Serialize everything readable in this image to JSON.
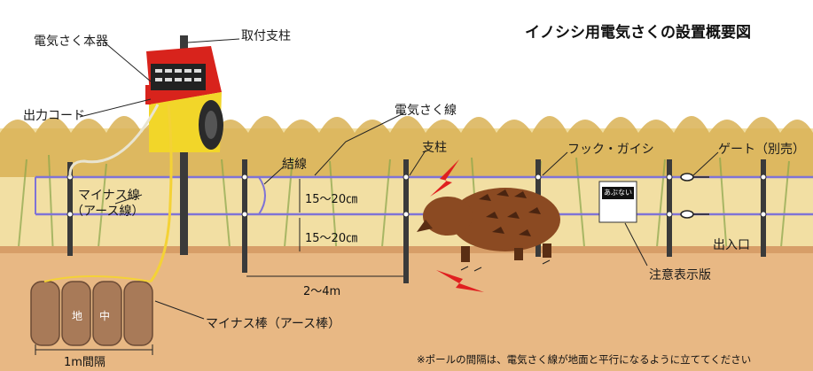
{
  "title": "イノシシ用電気さくの設置概要図",
  "labels": {
    "energizer": "電気さく本器",
    "mount_post": "取付支柱",
    "output_cord": "出力コード",
    "fence_wire": "電気さく線",
    "tie_wire": "結線",
    "post": "支柱",
    "hook_insulator": "フック・ガイシ",
    "gate": "ゲート（別売）",
    "minus_wire_line1": "マイナス線",
    "minus_wire_line2": "（アース線）",
    "entrance": "出入口",
    "warning_sign": "注意表示版",
    "ground_rod": "マイナス棒（アース棒）",
    "ground_chi": "地",
    "ground_naka": "中"
  },
  "dimensions": {
    "upper_height": "15～20㎝",
    "lower_height": "15～20㎝",
    "post_spacing": "2～4m",
    "rod_spacing": "1m間隔"
  },
  "sign_text": "あぶない",
  "footnote": "※ポールの間隔は、電気さく線が地面と平行になるように立ててください",
  "colors": {
    "sky": "#ffffff",
    "crop": "#e9c76a",
    "ground": "#e6b27f",
    "wire": "#7f73d6",
    "energizer_red": "#d8231c",
    "energizer_yellow": "#f2d629",
    "post": "#3a3a3a",
    "boar": "#8b4a22",
    "lightning": "#e02020"
  }
}
